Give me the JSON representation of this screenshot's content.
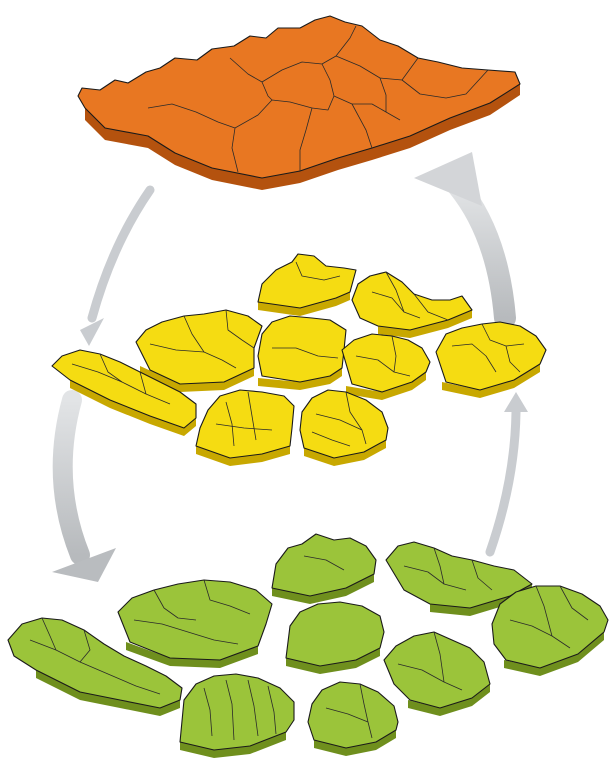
{
  "diagram": {
    "levels": [
      {
        "id": "top",
        "color": "#e87722",
        "side_color": "#b4520e"
      },
      {
        "id": "middle",
        "color": "#f5dc12",
        "side_color": "#c8a800"
      },
      {
        "id": "bottom",
        "color": "#9bc43a",
        "side_color": "#6f8f1d"
      }
    ],
    "arrow_color": "#c9ccd0",
    "arrows": [
      {
        "from": "top",
        "to": "middle"
      },
      {
        "from": "middle",
        "to": "bottom"
      },
      {
        "from": "bottom",
        "to": "middle"
      },
      {
        "from": "middle",
        "to": "top"
      }
    ]
  }
}
